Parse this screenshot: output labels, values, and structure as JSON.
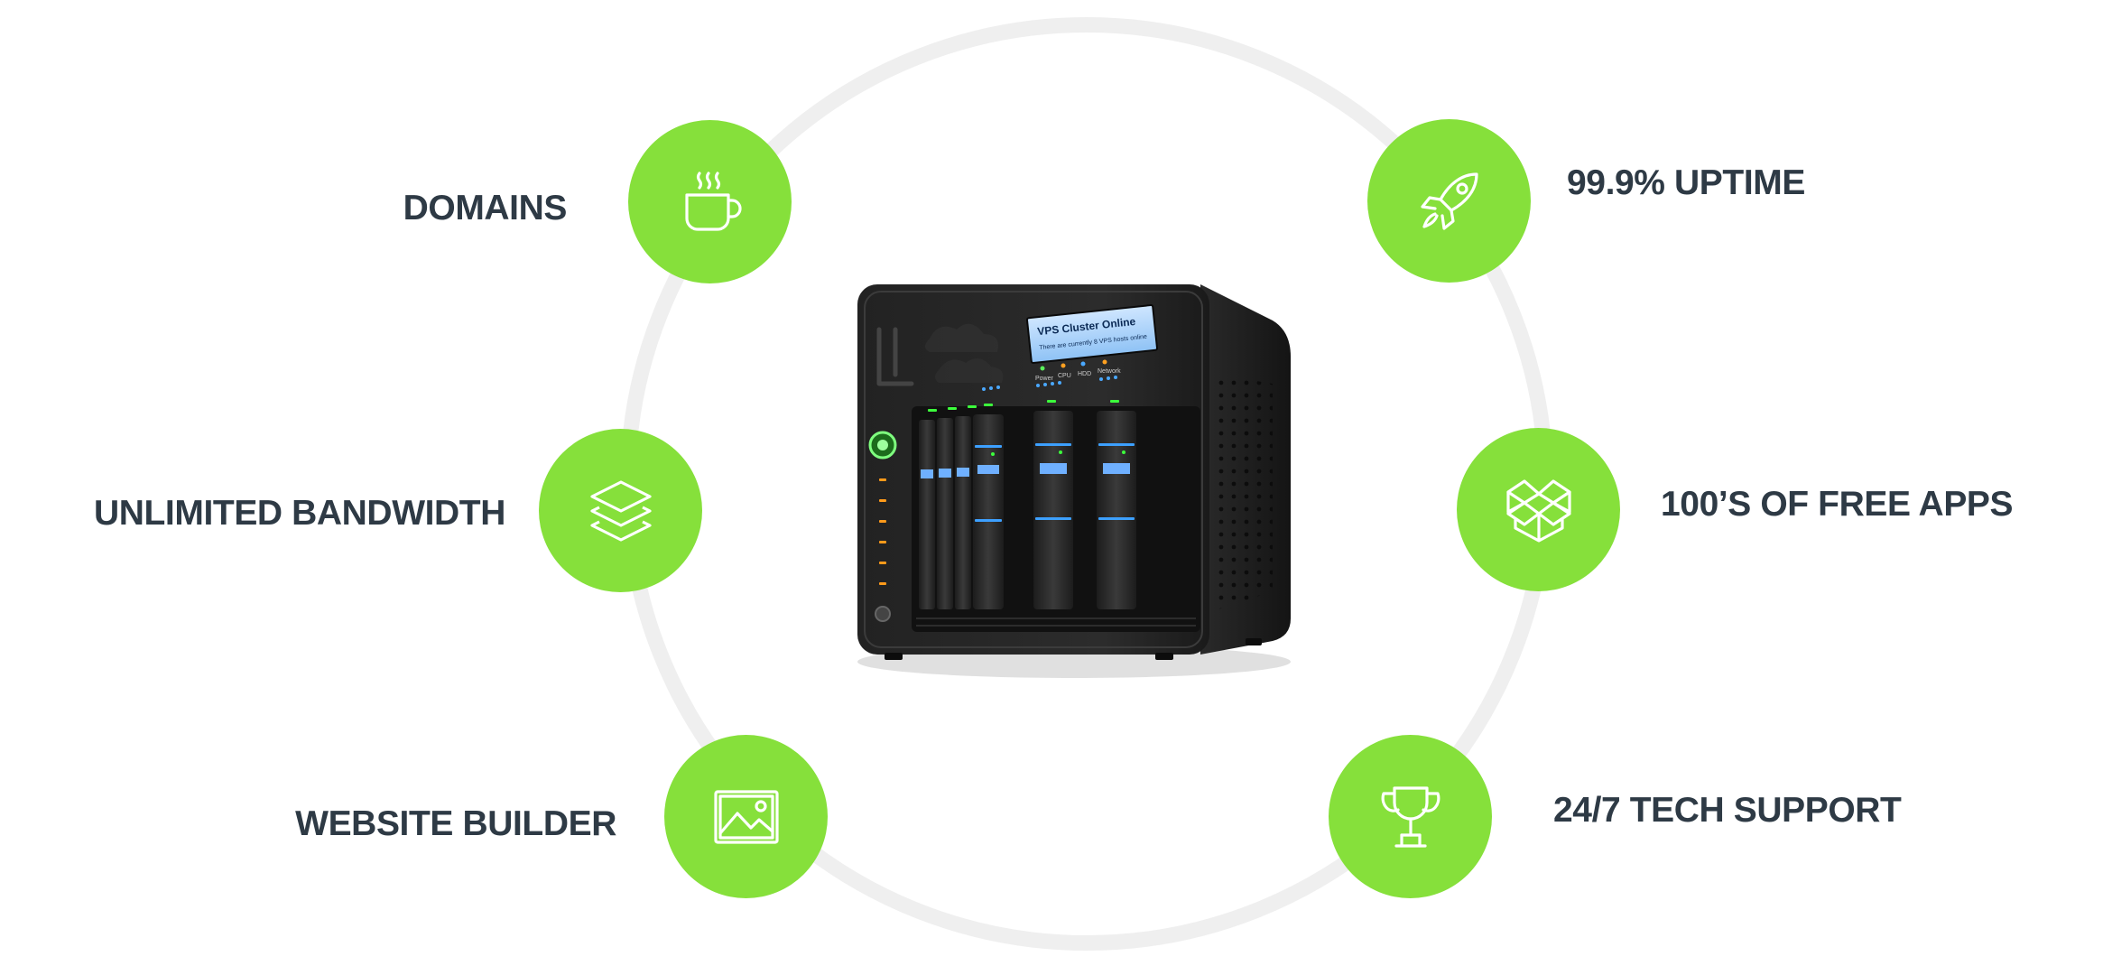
{
  "features": [
    {
      "id": "domains",
      "label": "DOMAINS",
      "icon": "coffee-cup-icon"
    },
    {
      "id": "bandwidth",
      "label": "UNLIMITED BANDWIDTH",
      "icon": "layers-icon"
    },
    {
      "id": "builder",
      "label": "WEBSITE BUILDER",
      "icon": "image-icon"
    },
    {
      "id": "uptime",
      "label": "99.9% UPTIME",
      "icon": "rocket-icon"
    },
    {
      "id": "apps",
      "label": "100’S OF FREE APPS",
      "icon": "dropbox-box-icon"
    },
    {
      "id": "support",
      "label": "24/7 TECH SUPPORT",
      "icon": "trophy-icon"
    }
  ],
  "server": {
    "screen_title": "VPS Cluster Online",
    "screen_subtitle": "There are currently 8 VPS hosts online",
    "indicators": [
      "Power",
      "CPU",
      "HDD",
      "Network"
    ]
  },
  "colors": {
    "accent": "#86e03b",
    "text": "#2e3a45",
    "ring": "#efefef"
  }
}
